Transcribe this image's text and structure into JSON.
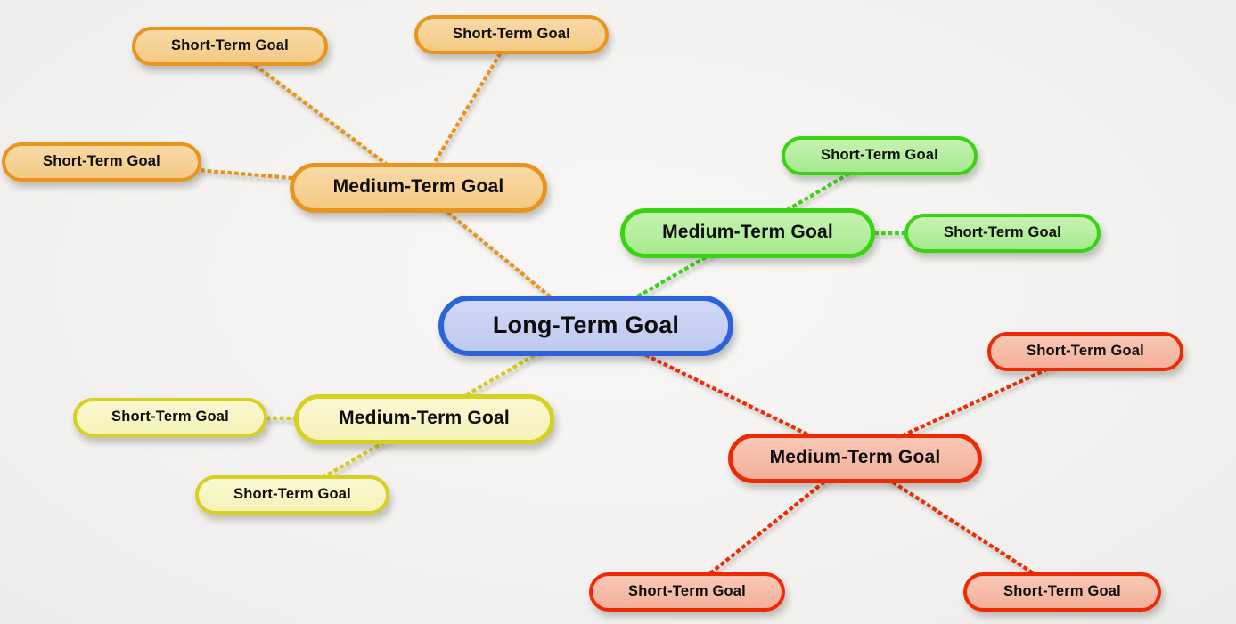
{
  "canvas": {
    "background_color": "#f3f2f0",
    "text_color": "#0d0d0d"
  },
  "mindmap": {
    "type": "mindmap",
    "center": {
      "label": "Long-Term Goal",
      "color_name": "blue",
      "border_color": "#2c63da",
      "fill_color": "#c6cef2"
    },
    "branches": [
      {
        "position": "top-left",
        "label": "Medium-Term Goal",
        "color_name": "orange",
        "border_color": "#e8941d",
        "fill_color": "#f6d094",
        "children": [
          {
            "label": "Short-Term Goal"
          },
          {
            "label": "Short-Term Goal"
          },
          {
            "label": "Short-Term Goal"
          }
        ]
      },
      {
        "position": "top-right",
        "label": "Medium-Term Goal",
        "color_name": "green",
        "border_color": "#38d414",
        "fill_color": "#b5ef9f",
        "children": [
          {
            "label": "Short-Term Goal"
          },
          {
            "label": "Short-Term Goal"
          }
        ]
      },
      {
        "position": "bottom-left",
        "label": "Medium-Term Goal",
        "color_name": "yellow",
        "border_color": "#d9cf20",
        "fill_color": "#f8f6c6",
        "children": [
          {
            "label": "Short-Term Goal"
          },
          {
            "label": "Short-Term Goal"
          }
        ]
      },
      {
        "position": "bottom-right",
        "label": "Medium-Term Goal",
        "color_name": "red",
        "border_color": "#ee2a04",
        "fill_color": "#f6bca9",
        "children": [
          {
            "label": "Short-Term Goal"
          },
          {
            "label": "Short-Term Goal"
          },
          {
            "label": "Short-Term Goal"
          }
        ]
      }
    ]
  }
}
